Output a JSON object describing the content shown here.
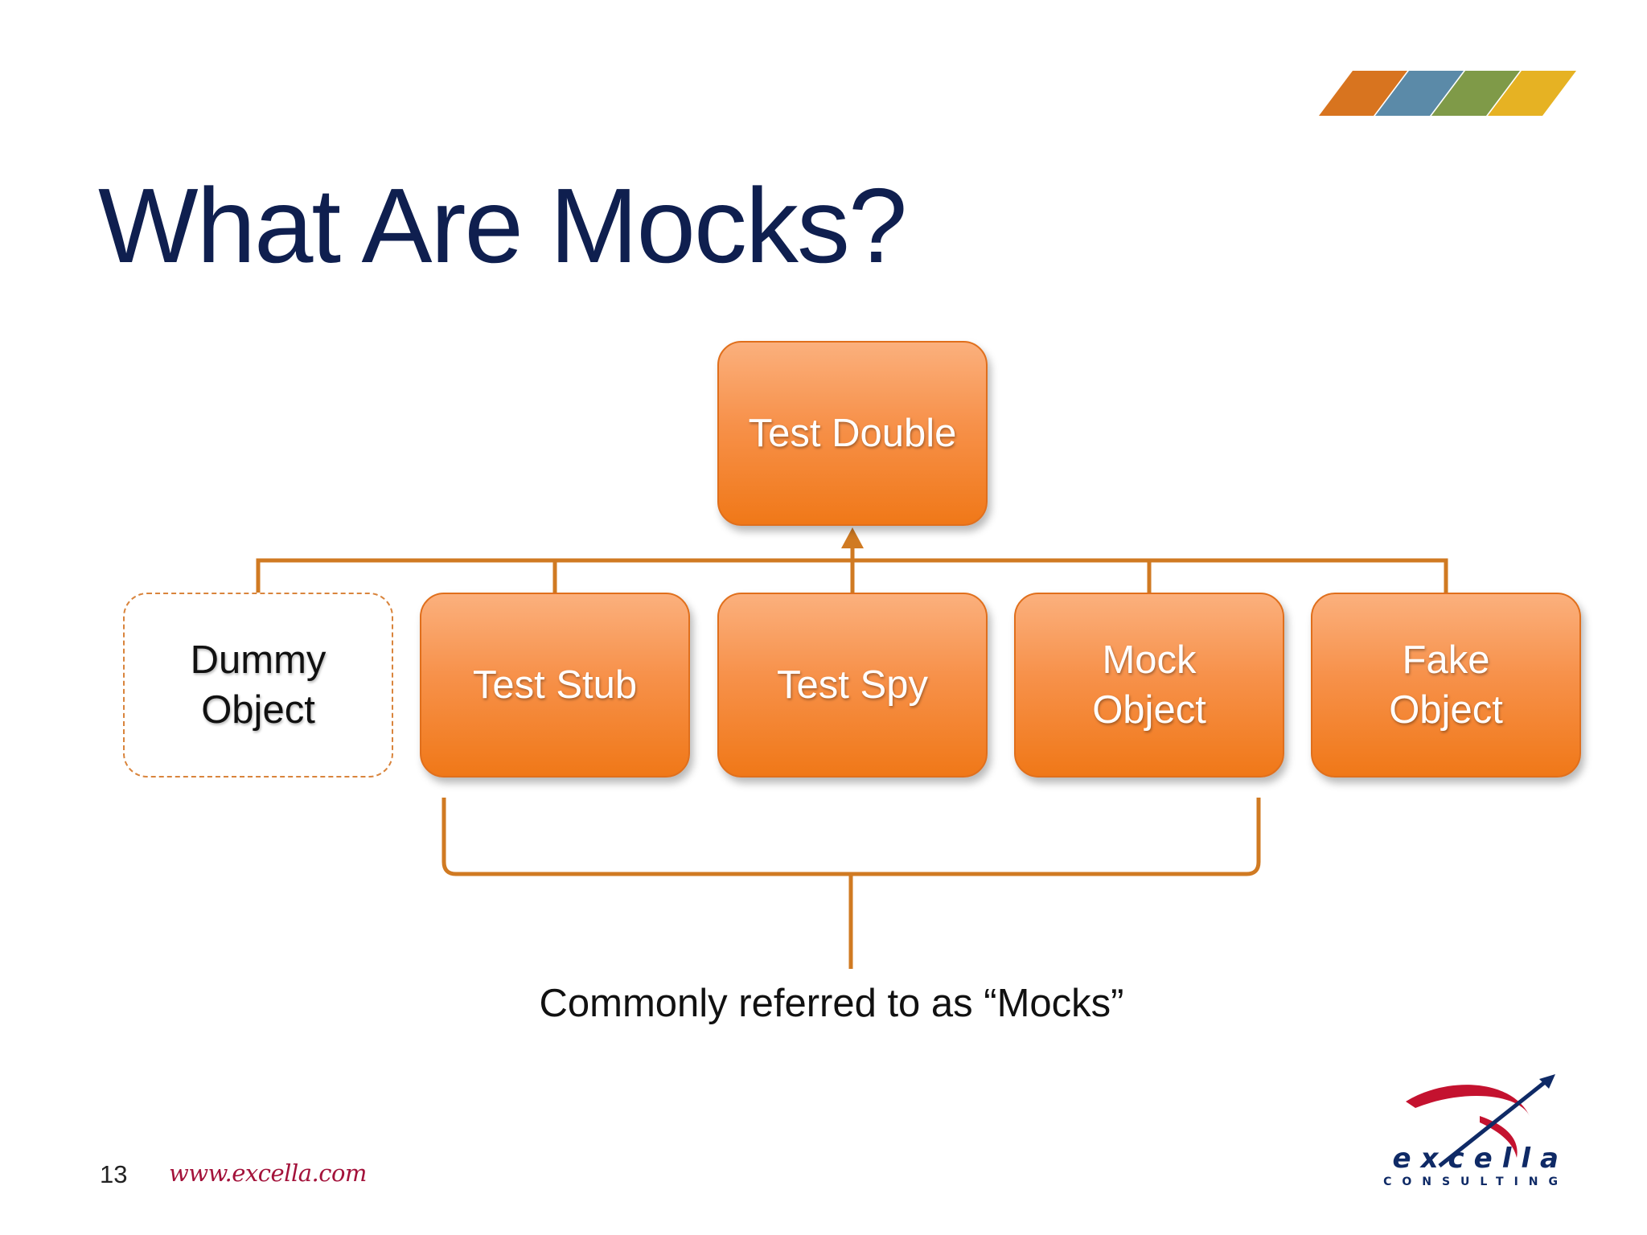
{
  "slide": {
    "title": "What Are Mocks?",
    "page_number": "13",
    "website": "www.excella.com"
  },
  "diagram": {
    "root": "Test Double",
    "children": [
      {
        "id": "dummy",
        "label": "Dummy\nObject",
        "style": "dashed"
      },
      {
        "id": "stub",
        "label": "Test Stub",
        "style": "filled"
      },
      {
        "id": "spy",
        "label": "Test Spy",
        "style": "filled"
      },
      {
        "id": "mock",
        "label": "Mock\nObject",
        "style": "filled"
      },
      {
        "id": "fake",
        "label": "Fake\nObject",
        "style": "filled"
      }
    ],
    "bracket_caption": "Commonly referred to as “Mocks”",
    "colors": {
      "box_fill_top": "#fbb07d",
      "box_fill_bottom": "#f07818",
      "connector": "#d07a22",
      "title": "#0f1f4f"
    }
  },
  "logo": {
    "name": "excella",
    "subtitle": "CONSULTING",
    "stripe_colors": [
      "#d8741f",
      "#5b8aa8",
      "#7f9a48",
      "#e6b223"
    ]
  }
}
